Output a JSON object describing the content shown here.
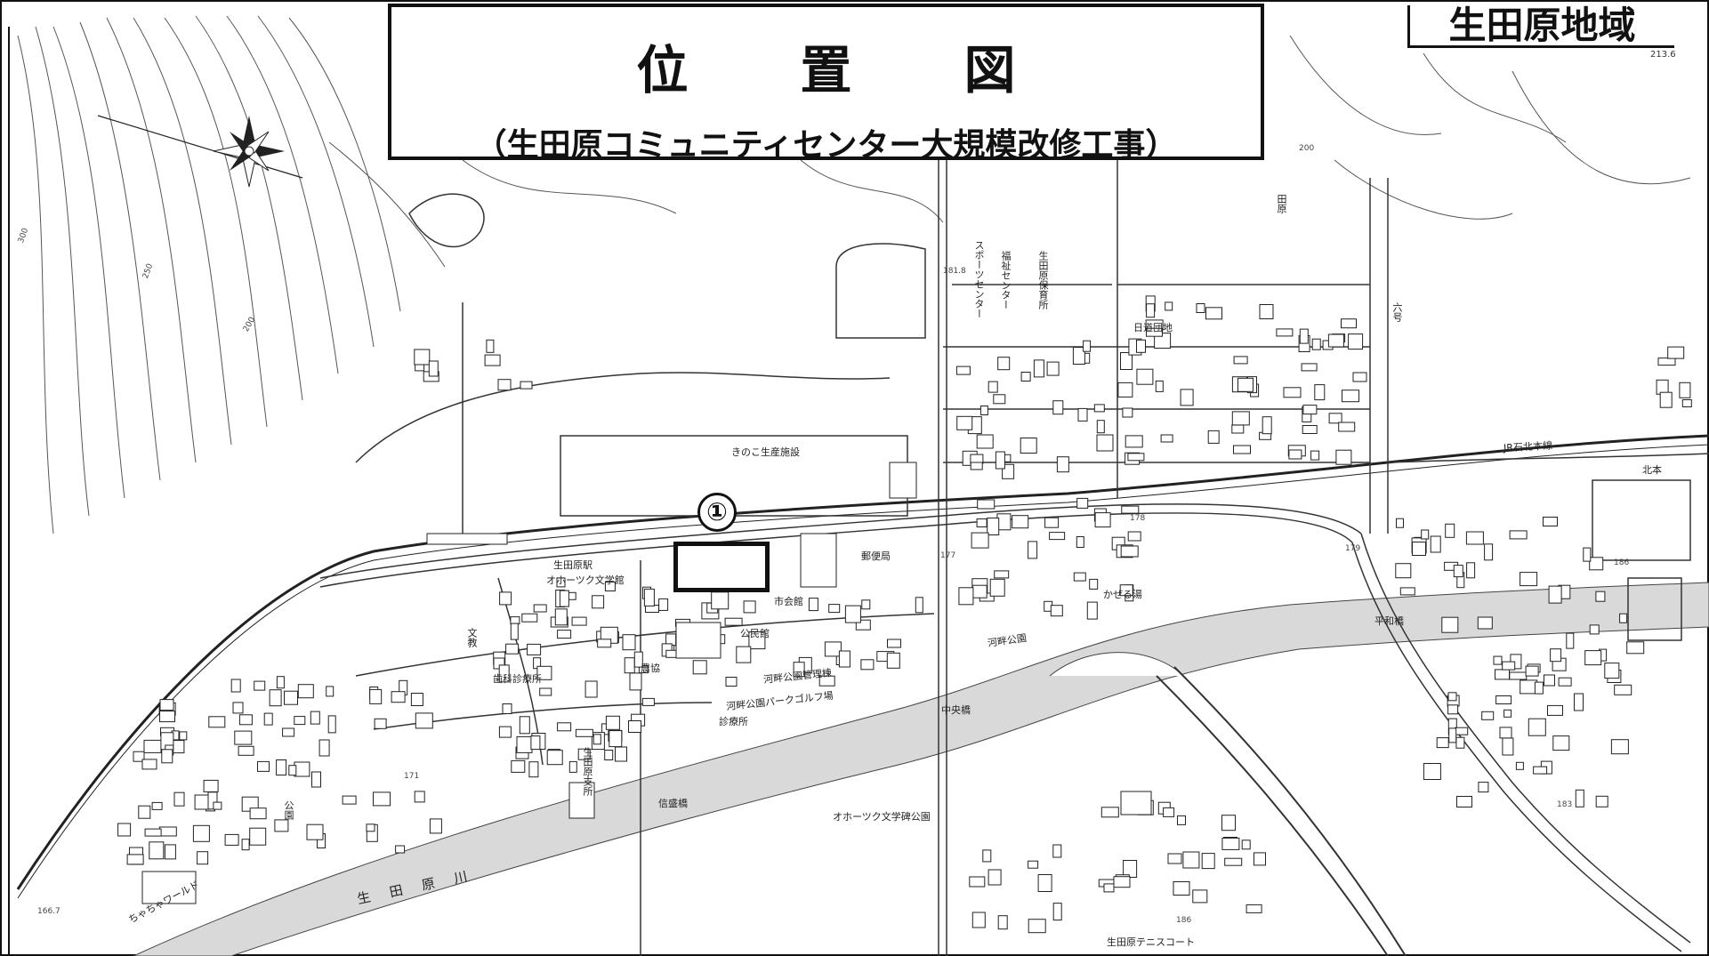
{
  "title": "位　置　図",
  "subtitle": "（生田原コミュニティセンター大規模改修工事）",
  "region": "生田原地域",
  "site_marker": "①",
  "elevation_corner": "213.6",
  "labels": {
    "kinoko": "きのこ生産施設",
    "station": "生田原駅",
    "okhotsk_lit": "オホーツク文学館",
    "nokyo": "農協",
    "shinryojo": "診療所",
    "shikashinryojo": "歯科診療所",
    "shisho": "生田原支所",
    "chachaworld": "ちゃちゃワールド",
    "river": "生田原川",
    "chuokyo": "中央橋",
    "heiwakyo": "平和橋",
    "shinseikyo": "信盛橋",
    "tennis": "生田原テニスコート",
    "kasenoyu": "かぜる湯",
    "hidamari": "日道団地",
    "fukushi": "福祉センター",
    "sports": "スポーツセンター",
    "hoikusho": "生田原保育所",
    "park1": "河畔公園",
    "park2": "河畔公園パークゴルフ場",
    "park3": "河畔公園管理棟",
    "okhotsk_park": "オホーツク文学碑公園",
    "rokugo": "六号",
    "kitamoto": "北本",
    "jr_sekihoku": "JR石北本線",
    "yubinkyoku": "郵便局",
    "kominkan": "公民館",
    "shimin": "市会館",
    "kosha": "文教",
    "ikuhara_kinenkan": "公園",
    "shitori": "田原",
    "elev_171": "171",
    "elev_177": "177",
    "elev_178": "178",
    "elev_179": "179",
    "elev_183": "183",
    "elev_186a": "186",
    "elev_186b": "186",
    "elev_166": "166.7",
    "elev_181": "181.8",
    "contour_300": "300",
    "contour_250": "250",
    "contour_200": "200",
    "contour_200b": "200"
  },
  "colors": {
    "ink": "#111111",
    "river_fill": "#d9d9d9",
    "line": "#444444"
  },
  "icons": {
    "compass": "compass-rose-icon"
  }
}
